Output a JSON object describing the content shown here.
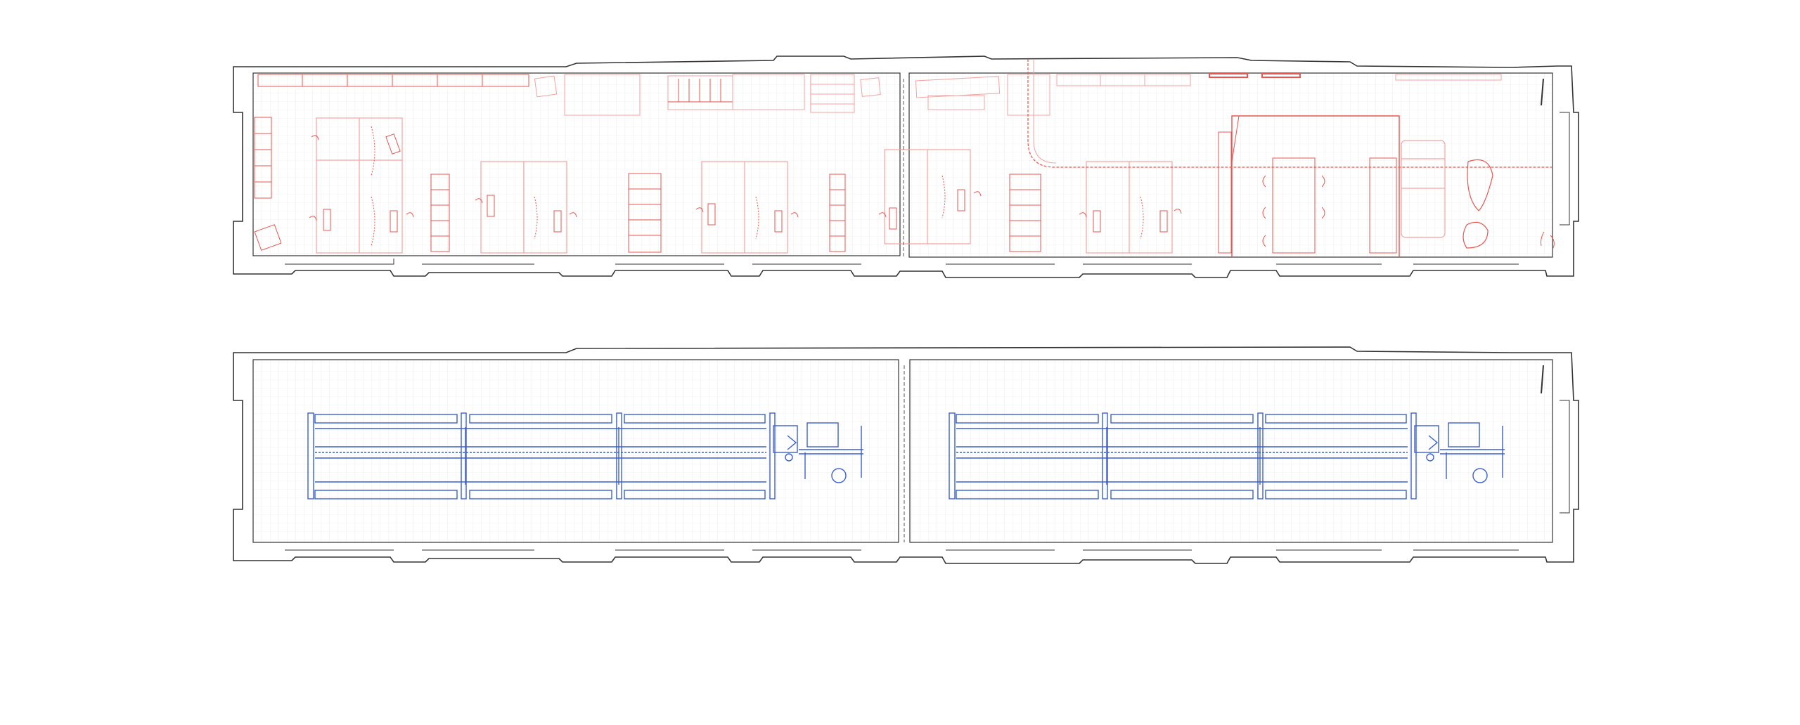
{
  "drawing": {
    "title": "",
    "colors": {
      "background": "#ffffff",
      "wall": "#333333",
      "floor_fill": "#f4f4f4",
      "grid": "#e4e4e4",
      "existing_furniture": "#e8564f",
      "existing_furniture_light": "#f2a3a0",
      "proposed_fixtures": "#3b5fd1"
    },
    "plans": [
      {
        "name": "existing-layout-plan",
        "theme": "red",
        "desk_clusters": 5,
        "bookcases": 4
      },
      {
        "name": "shelving-layout-plan",
        "theme": "blue",
        "shelving_runs": 2,
        "bays_per_run": 3
      }
    ]
  }
}
